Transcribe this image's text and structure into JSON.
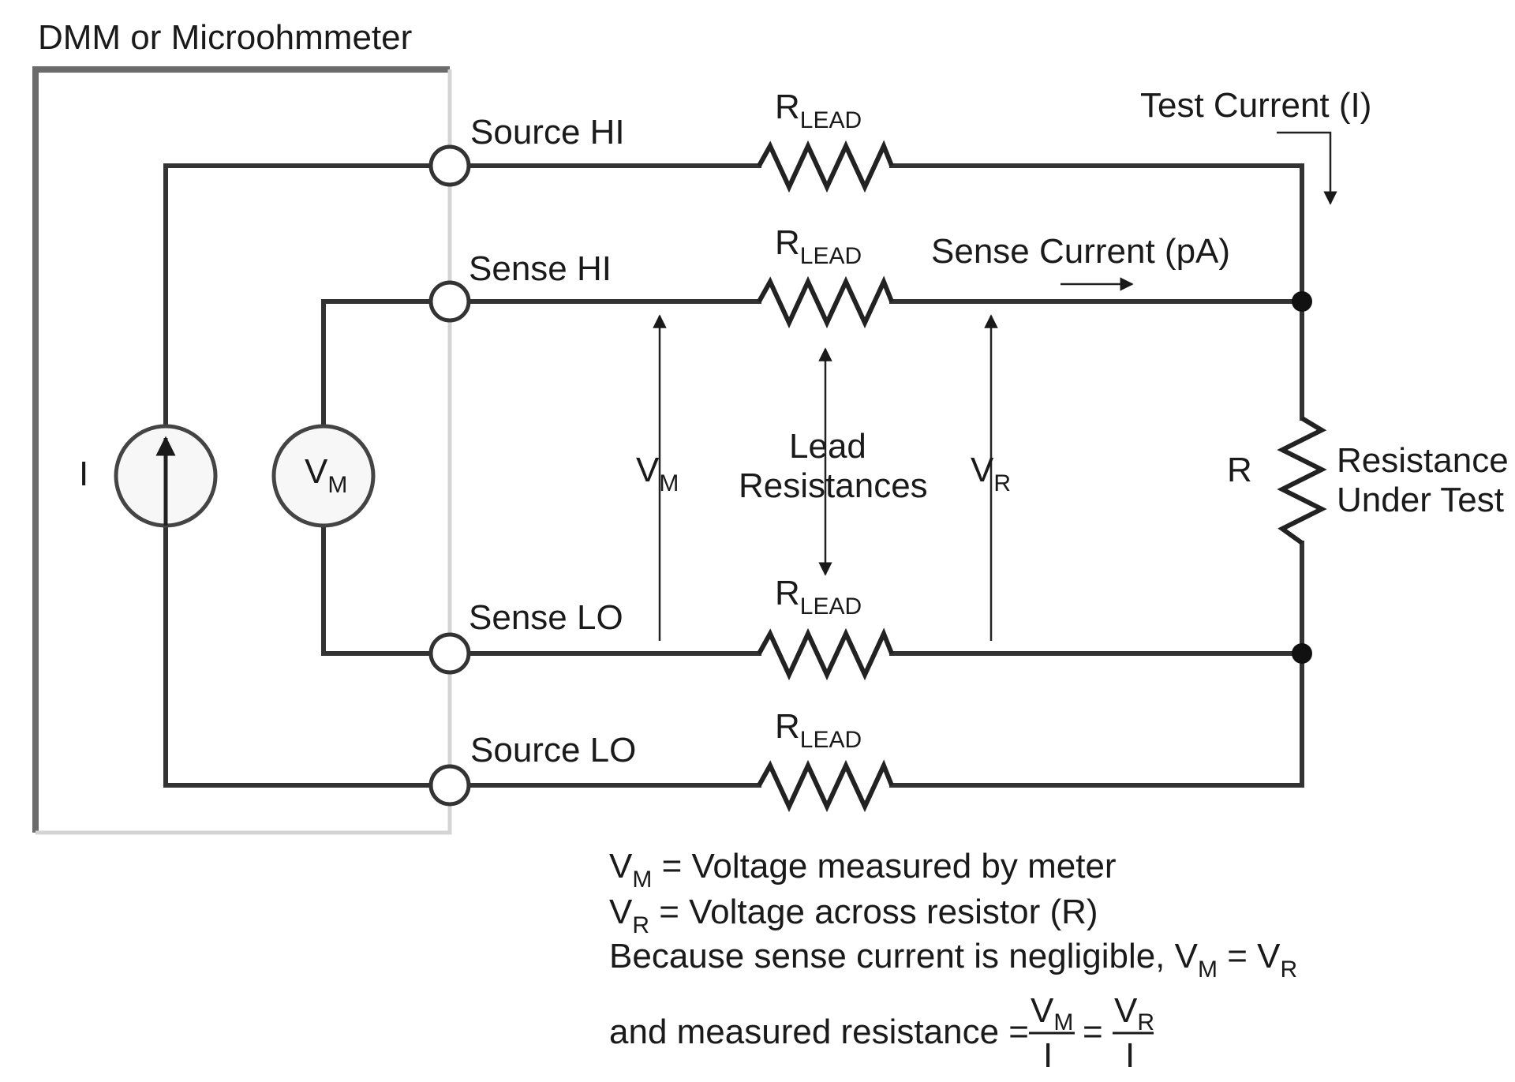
{
  "meter": {
    "title": "DMM or Microohmmeter"
  },
  "terminals": {
    "source_hi": "Source HI",
    "sense_hi": "Sense HI",
    "sense_lo": "Sense LO",
    "source_lo": "Source LO"
  },
  "sources": {
    "current_label": "I",
    "meter_main": "V",
    "meter_sub": "M"
  },
  "lead_resistor": {
    "main": "R",
    "sub": "LEAD"
  },
  "arrows": {
    "vm_main": "V",
    "vm_sub": "M",
    "vr_main": "V",
    "vr_sub": "R",
    "lead_resistances_line1": "Lead",
    "lead_resistances_line2": "Resistances"
  },
  "currents": {
    "test_current": "Test Current (I)",
    "sense_current": "Sense Current (pA)"
  },
  "dut": {
    "symbol": "R",
    "label_line1": "Resistance",
    "label_line2": "Under Test"
  },
  "notes": {
    "line1_main": "V",
    "line1_sub": "M",
    "line1_text": " = Voltage measured by meter",
    "line2_main": "V",
    "line2_sub": "R",
    "line2_text": " = Voltage across resistor (R)",
    "line3_text": "Because sense current is negligible, V",
    "line3_sub1": "M",
    "line3_eq": " = V",
    "line3_sub2": "R",
    "line4_text": "and measured resistance = ",
    "frac1_num": "V",
    "frac1_num_sub": "M",
    "frac1_den": "I",
    "equals": "=",
    "frac2_num": "V",
    "frac2_num_sub": "R",
    "frac2_den": "I"
  }
}
